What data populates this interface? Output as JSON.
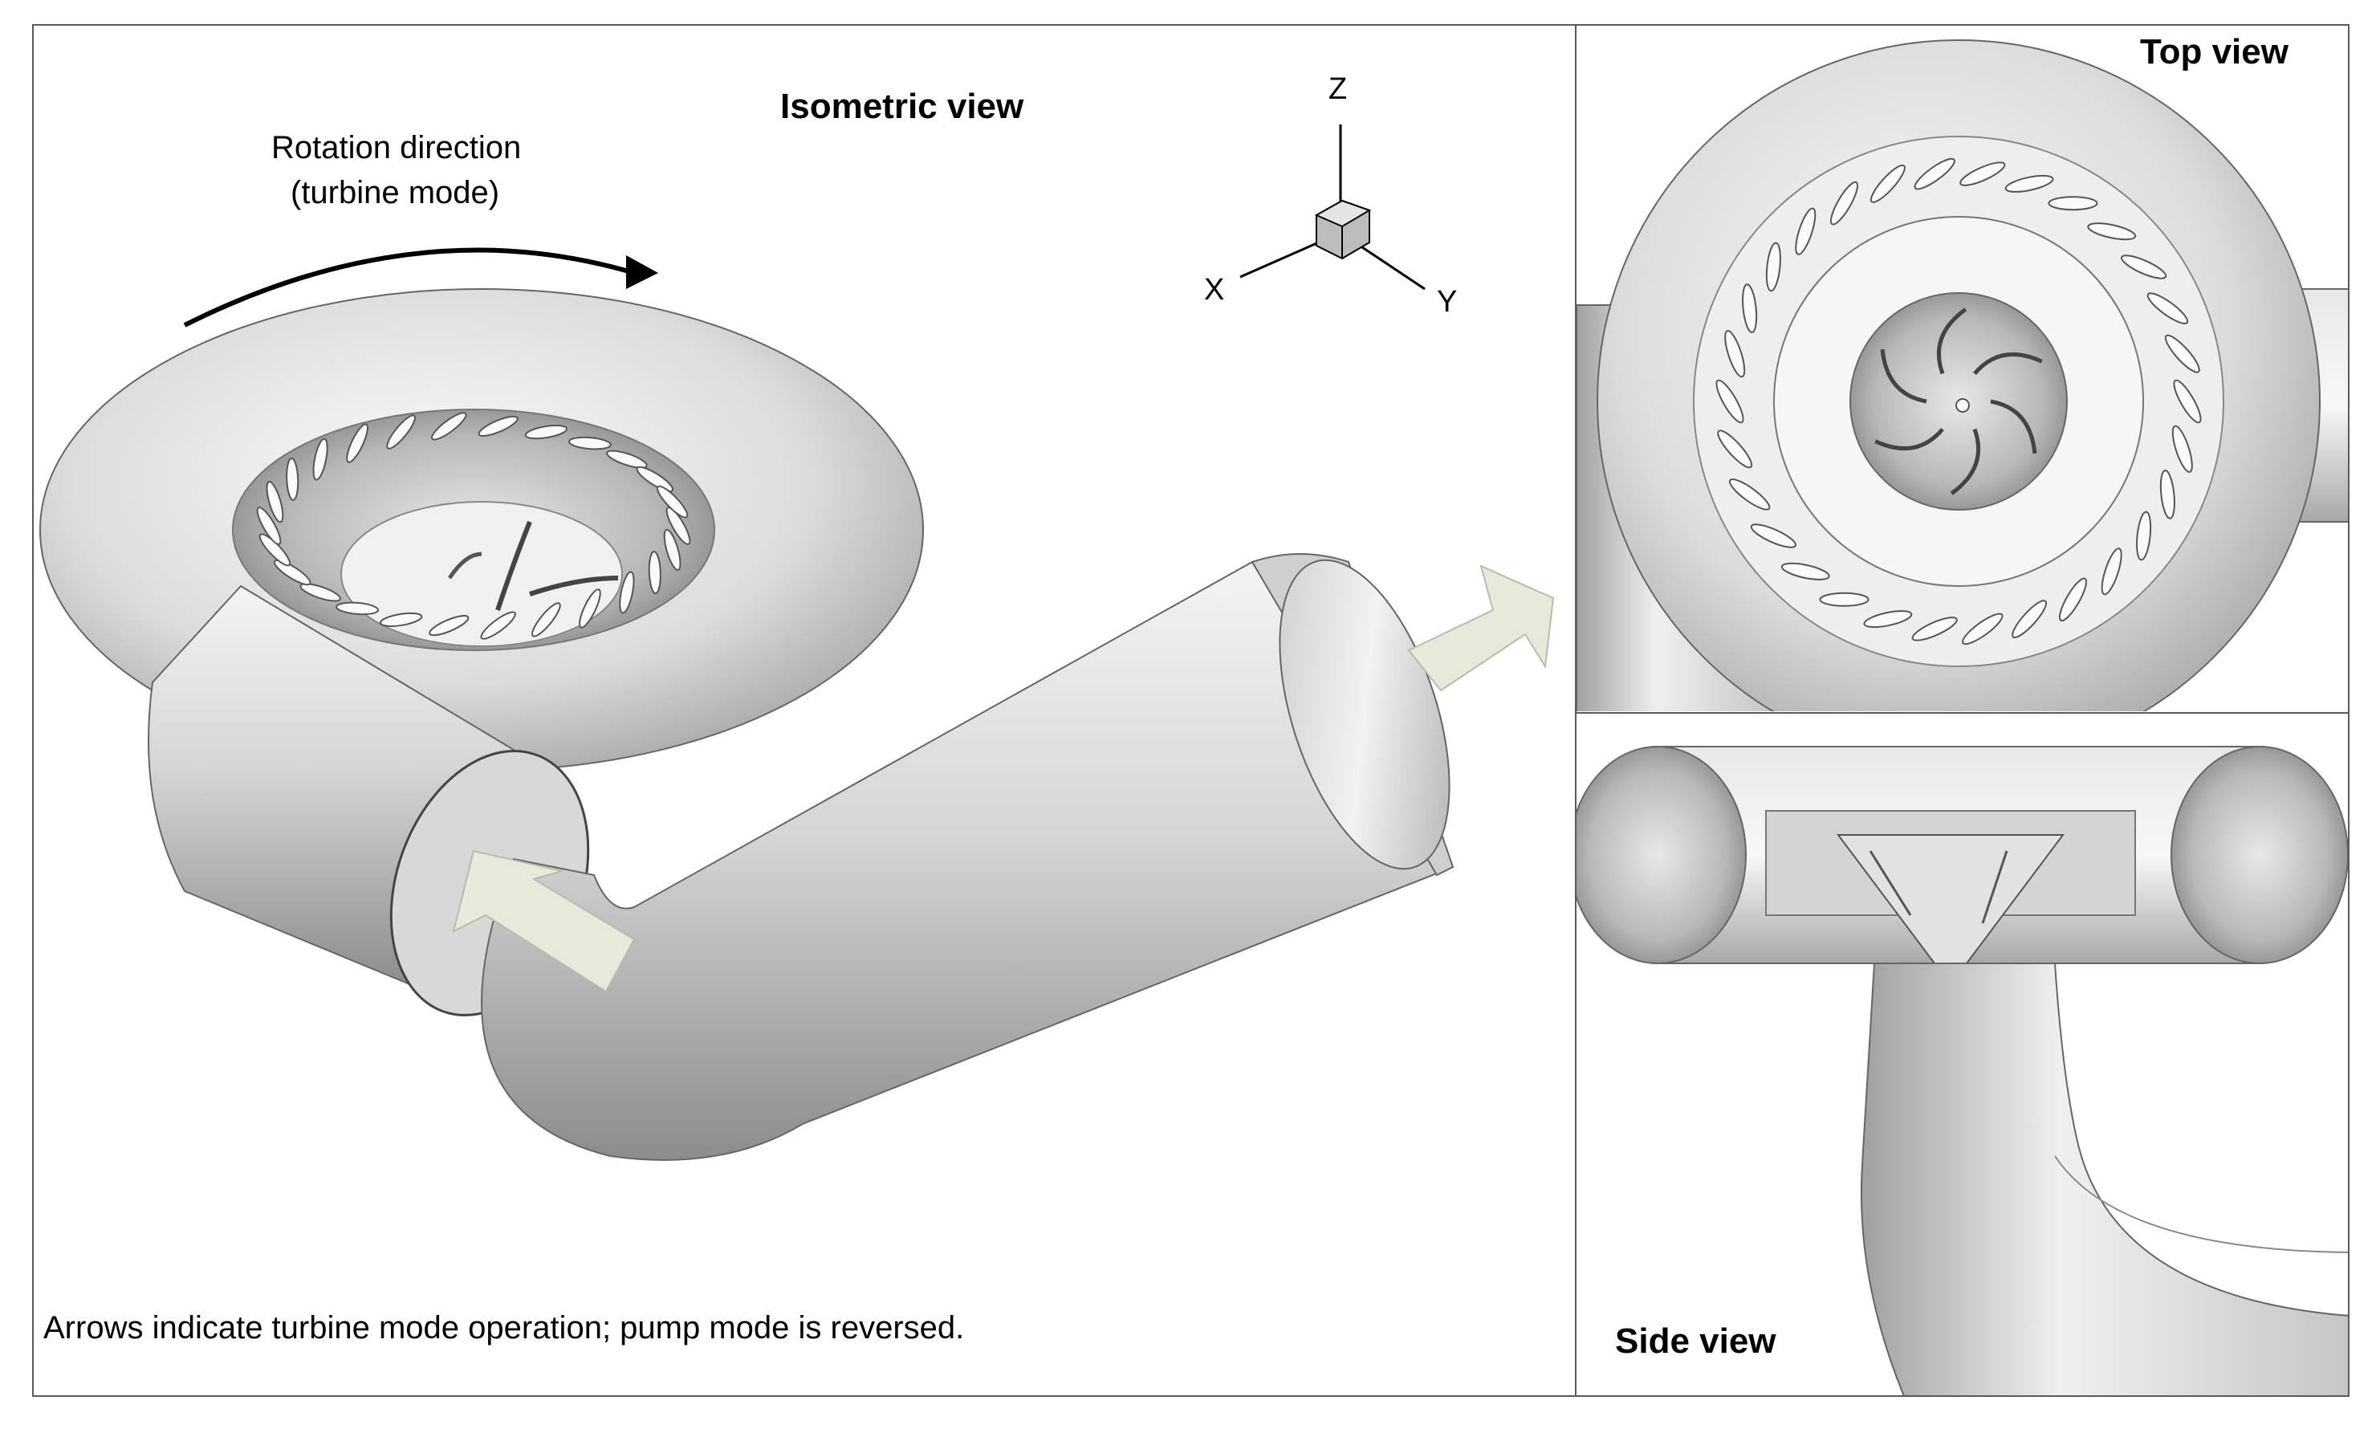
{
  "views": {
    "isometric_title": "Isometric view",
    "top_title": "Top view",
    "side_title": "Side view"
  },
  "rotation": {
    "line1": "Rotation direction",
    "line2": "(turbine mode)"
  },
  "axes": {
    "z": "Z",
    "x": "X",
    "y": "Y"
  },
  "caption": "Arrows indicate turbine mode operation; pump mode is reversed.",
  "colors": {
    "flow_arrow": "#e6eadb",
    "frame": "#5a5a5a",
    "surface": "#d8d8d8"
  }
}
